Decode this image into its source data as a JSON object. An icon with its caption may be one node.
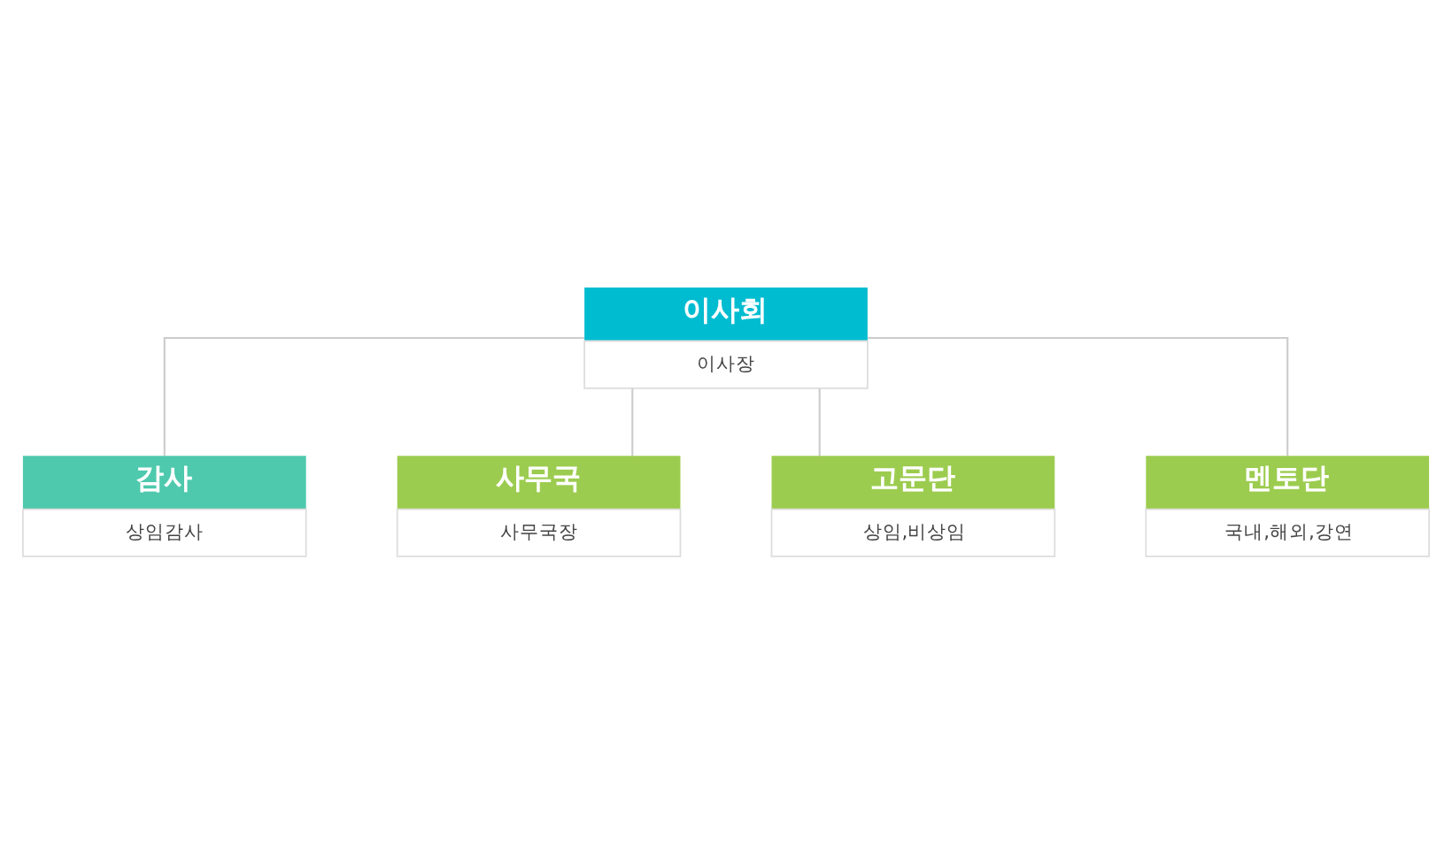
{
  "diagram": {
    "nodes": [
      {
        "text": [
          "이사회",
          "이사장"
        ]
      },
      {
        "text": [
          "감사",
          "상임감사"
        ]
      },
      {
        "text": [
          "사무국",
          "사무국장"
        ]
      },
      {
        "text": [
          "고문단",
          "상임,비상임"
        ]
      },
      {
        "text": [
          "멘토단",
          "국내,해외,강연"
        ]
      }
    ],
    "edges": [
      {
        "from": 0,
        "to": 1,
        "arrow": "none"
      },
      {
        "from": 0,
        "to": 2,
        "arrow": "none"
      },
      {
        "from": 0,
        "to": 3,
        "arrow": "none"
      },
      {
        "from": 0,
        "to": 4,
        "arrow": "none"
      }
    ]
  }
}
